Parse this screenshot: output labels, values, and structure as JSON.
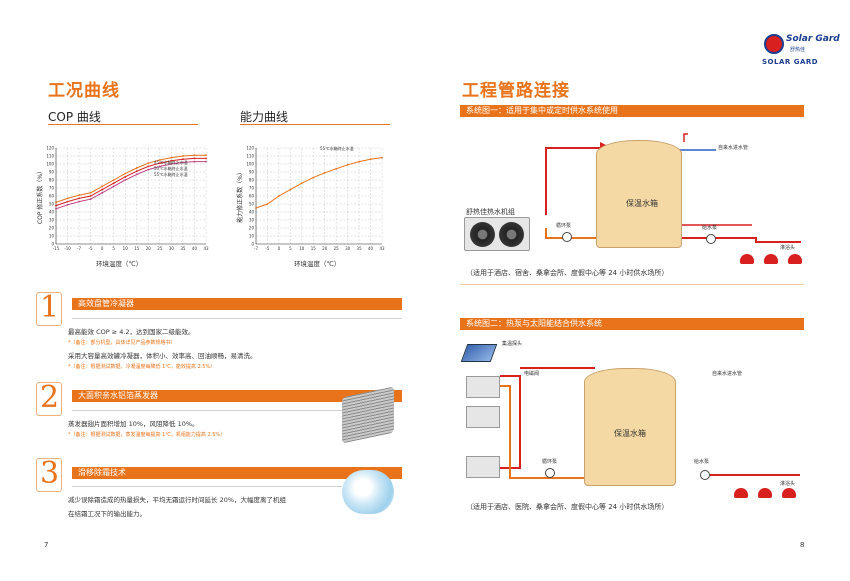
{
  "left": {
    "section_title": "工况曲线",
    "cop_title": "COP 曲线",
    "capacity_title": "能力曲线",
    "cop_ylabel": "COP 修正系数（%）",
    "cop_xlabel": "环境温度（℃）",
    "cap_ylabel": "能力修正系数（%）",
    "cap_xlabel": "环境温度（℃）",
    "cop_legend": [
      "45℃水箱终止水温",
      "50℃水箱终止水温",
      "55℃水箱终止水温"
    ],
    "cap_legend": "55℃水箱终止水温",
    "features": [
      {
        "num": "1",
        "bar": "高效盘管冷凝器",
        "line1": "最高能效 COP ≥ 4.2，达到国家二级能效。",
        "note1": "*（备注：部分机型，具体详见产品参数规格书）",
        "line2": "采用大容量高效罐冷凝器，体积小、效率高、回油顺畅，易清洗。",
        "note2": "*（备注：根据测试数据，冷凝温度每降低 1℃，能效提高 2.5%）"
      },
      {
        "num": "2",
        "bar": "大面积亲水铝箔蒸发器",
        "line1": "蒸发器翅片面积增加 10%，风阻降低 10%。",
        "note1": "*（备注：根据测试数据，蒸发温度每提高 1℃，机组能力提高 2.5%）"
      },
      {
        "num": "3",
        "bar": "滑移除霜技术",
        "line1": "减少误除霜造成的热量损失，平均无霜运行时间延长 20%，大幅度离了机组",
        "line2": "在结霜工况下的输出能力。"
      }
    ],
    "page_number": "7"
  },
  "right": {
    "logo_main": "Solar Gard",
    "logo_cn": "舒热佳",
    "logo_sub": "SOLAR GARD",
    "section_title": "工程管路连接",
    "system1": {
      "bar": "系统图一：适用于集中或定时供水系统使用",
      "unit_label": "舒热佳热水机组",
      "tank_label": "保温水箱",
      "cycle_pump": "循环泵",
      "supply_pump": "给水泵",
      "inlet": "自来水进水管",
      "shower": "淋浴头",
      "desc": "（适用于酒店、宿舍、桑拿会所、度假中心等 24 小时供水场所）"
    },
    "system2": {
      "bar": "系统图二：热泵与太阳能结合供水系统",
      "collector": "集温探头",
      "valve": "电磁阀",
      "tank_label": "保温水箱",
      "cycle_pump": "循环泵",
      "supply_pump": "给水泵",
      "inlet": "自来水进水管",
      "shower": "淋浴头",
      "desc": "（适用于酒店、医院、桑拿会所、度假中心等 24 小时供水场所）"
    },
    "page_number": "8"
  },
  "chart_data": [
    {
      "type": "line",
      "title": "COP 曲线",
      "xlabel": "环境温度（℃）",
      "ylabel": "COP 修正系数（%）",
      "x": [
        -15,
        -10,
        -7,
        -5,
        0,
        5,
        10,
        15,
        20,
        25,
        30,
        35,
        40,
        43
      ],
      "ylim": [
        0,
        120
      ],
      "series": [
        {
          "name": "45℃水箱终止水温",
          "values": [
            52,
            57,
            61,
            64,
            72,
            80,
            88,
            95,
            101,
            105,
            108,
            110,
            111,
            111
          ]
        },
        {
          "name": "50℃水箱终止水温",
          "values": [
            48,
            53,
            57,
            60,
            68,
            76,
            84,
            91,
            97,
            101,
            104,
            106,
            107,
            107
          ]
        },
        {
          "name": "55℃水箱终止水温",
          "values": [
            44,
            49,
            53,
            56,
            64,
            72,
            80,
            87,
            93,
            97,
            100,
            102,
            103,
            103
          ]
        }
      ],
      "grid": true
    },
    {
      "type": "line",
      "title": "能力曲线",
      "xlabel": "环境温度（℃）",
      "ylabel": "能力修正系数（%）",
      "x": [
        -7,
        -5,
        0,
        5,
        10,
        15,
        20,
        25,
        30,
        35,
        40,
        43
      ],
      "ylim": [
        0,
        120
      ],
      "series": [
        {
          "name": "55℃水箱终止水温",
          "values": [
            45,
            50,
            60,
            68,
            76,
            83,
            89,
            94,
            99,
            103,
            106,
            108
          ]
        }
      ],
      "grid": true
    }
  ],
  "colors": {
    "accent": "#e8731a",
    "hot": "#d8201f",
    "cold": "#2a5ec0",
    "tank": "#f5d9a4"
  }
}
